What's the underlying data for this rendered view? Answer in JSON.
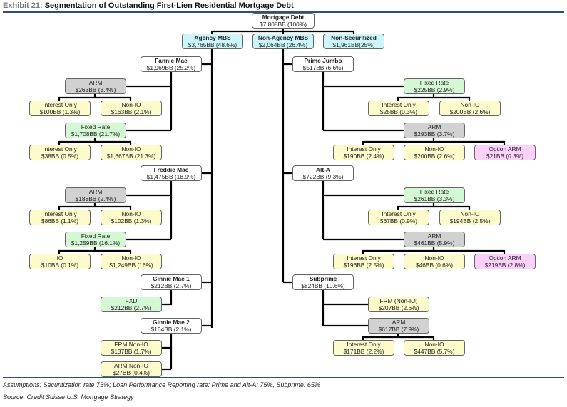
{
  "header": {
    "exhibit_label": "Exhibit 21:",
    "title": "Segmentation of Outstanding First-Lien Residential Mortgage Debt"
  },
  "colors": {
    "rule": "#2b4f7e",
    "top_level": "#cdf6fb",
    "arm": "#d1d1d1",
    "fixed": "#d4f7d4",
    "leaf": "#fdfbcb",
    "option_arm": "#fbd0fb",
    "issuer": "#ffffff"
  },
  "nodes": {
    "root": {
      "label": "Mortgage Debt",
      "value": "$7,808BB (100%)"
    },
    "agency": {
      "label": "Agency MBS",
      "value": "$3,765BB (48.6%)"
    },
    "non_agency": {
      "label": "Non-Agency MBS",
      "value": "$2,064BB (26.4%)"
    },
    "non_securitized": {
      "label": "Non-Securitized",
      "value": "$1,961BB(25%)"
    },
    "fannie": {
      "label": "Fannie Mae",
      "value": "$1,969BB (25.2%)"
    },
    "fannie_arm": {
      "label": "ARM",
      "value": "$263BB (3.4%)"
    },
    "fannie_arm_io": {
      "label": "Interest Only",
      "value": "$100BB (1.3%)"
    },
    "fannie_arm_nonio": {
      "label": "Non-IO",
      "value": "$163BB (2.1%)"
    },
    "fannie_fixed": {
      "label": "Fixed Rate",
      "value": "$1,708BB (21.7%)"
    },
    "fannie_fixed_io": {
      "label": "Interest Only",
      "value": "$38BB (0.5%)"
    },
    "fannie_fixed_nonio": {
      "label": "Non-IO",
      "value": "$1,667BB (21.3%)"
    },
    "freddie": {
      "label": "Freddie Mac",
      "value": "$1,475BB (18.9%)"
    },
    "freddie_arm": {
      "label": "ARM",
      "value": "$188BB (2.4%)"
    },
    "freddie_arm_io": {
      "label": "Interest Only",
      "value": "$86BB (1.1%)"
    },
    "freddie_arm_nonio": {
      "label": "Non-IO",
      "value": "$102BB (1.3%)"
    },
    "freddie_fixed": {
      "label": "Fixed Rate",
      "value": "$1,259BB (16.1%)"
    },
    "freddie_fixed_io": {
      "label": "IO",
      "value": "$10BB (0.1%)"
    },
    "freddie_fixed_nonio": {
      "label": "Non-IO",
      "value": "$1,249BB (16%)"
    },
    "ginnie1": {
      "label": "Ginnie Mae 1",
      "value": "$212BB (2.7%)"
    },
    "ginnie1_fxd": {
      "label": "FXD",
      "value": "$212BB (2.7%)"
    },
    "ginnie2": {
      "label": "Ginnie Mae 2",
      "value": "$164BB (2.1%)"
    },
    "ginnie2_frm": {
      "label": "FRM Non-IO",
      "value": "$137BB (1.7%)"
    },
    "ginnie2_arm": {
      "label": "ARM Non-IO",
      "value": "$27BB (0.4%)"
    },
    "jumbo": {
      "label": "Prime Jumbo",
      "value": "$517BB (6.6%)"
    },
    "jumbo_fixed": {
      "label": "Fixed Rate",
      "value": "$225BB (2.9%)"
    },
    "jumbo_fixed_io": {
      "label": "Interest Only",
      "value": "$25BB (0.3%)"
    },
    "jumbo_fixed_nonio": {
      "label": "Non-IO",
      "value": "$200BB (2.6%)"
    },
    "jumbo_arm": {
      "label": "ARM",
      "value": "$293BB (3.7%)"
    },
    "jumbo_arm_io": {
      "label": "Interest Only",
      "value": "$190BB (2.4%)"
    },
    "jumbo_arm_nonio": {
      "label": "Non-IO",
      "value": "$200BB (2.6%)"
    },
    "jumbo_arm_option": {
      "label": "Option ARM",
      "value": "$21BB (0.3%)"
    },
    "alta": {
      "label": "Alt-A",
      "value": "$722BB (9.3%)"
    },
    "alta_fixed": {
      "label": "Fixed Rate",
      "value": "$261BB (3.3%)"
    },
    "alta_fixed_io": {
      "label": "Interest Only",
      "value": "$67BB (0.9%)"
    },
    "alta_fixed_nonio": {
      "label": "Non-IO",
      "value": "$194BB (2.5%)"
    },
    "alta_arm": {
      "label": "ARM",
      "value": "$461BB (5.9%)"
    },
    "alta_arm_io": {
      "label": "Interest Only",
      "value": "$196BB (2.5%)"
    },
    "alta_arm_nonio": {
      "label": "Non-IO",
      "value": "$46BB (0.6%)"
    },
    "alta_arm_option": {
      "label": "Option ARM",
      "value": "$219BB (2.8%)"
    },
    "subprime": {
      "label": "Subprime",
      "value": "$824BB (10.6%)"
    },
    "subprime_frm": {
      "label": "FRM (Non-IO)",
      "value": "$207BB (2.6%)"
    },
    "subprime_arm": {
      "label": "ARM",
      "value": "$617BB (7.9%)"
    },
    "subprime_arm_io": {
      "label": "Interest Only",
      "value": "$171BB (2.2%)"
    },
    "subprime_arm_nonio": {
      "label": "Non-IO",
      "value": "$447BB (5.7%)"
    }
  },
  "footer": {
    "assumptions": "Assumptions: Securitization rate 75%; Loan Performance Reporting rate: Prime and Alt-A: 75%, Subprime: 65%",
    "source": "Source: Credit Suisse U.S. Mortgage Strategy"
  }
}
